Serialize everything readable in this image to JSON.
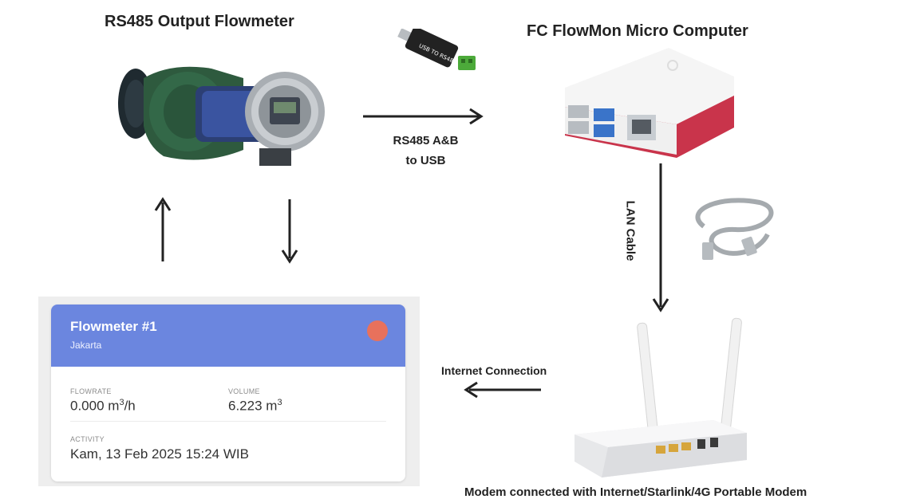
{
  "flowmeter": {
    "title": "RS485 Output Flowmeter"
  },
  "computer": {
    "title": "FC FlowMon Micro Computer"
  },
  "link_rs485": {
    "line1": "RS485 A&B",
    "line2": "to USB"
  },
  "link_lan": {
    "label": "LAN Cable"
  },
  "link_internet": {
    "label": "Internet Connection"
  },
  "modem": {
    "caption": "Modem connected with Internet/Starlink/4G Portable Modem"
  },
  "adapter": {
    "usb_text": "USB TO RS485"
  },
  "card": {
    "title": "Flowmeter #1",
    "location": "Jakarta",
    "status_color": "#e8715c",
    "header_color": "#6b86df",
    "flowrate_label": "FLOWRATE",
    "flowrate_value": "0.000 m",
    "flowrate_sup": "3",
    "flowrate_unit": "/h",
    "volume_label": "VOLUME",
    "volume_value": "6.223 m",
    "volume_sup": "3",
    "activity_label": "ACTIVITY",
    "activity_value": "Kam, 13 Feb 2025 15:24 WIB"
  }
}
